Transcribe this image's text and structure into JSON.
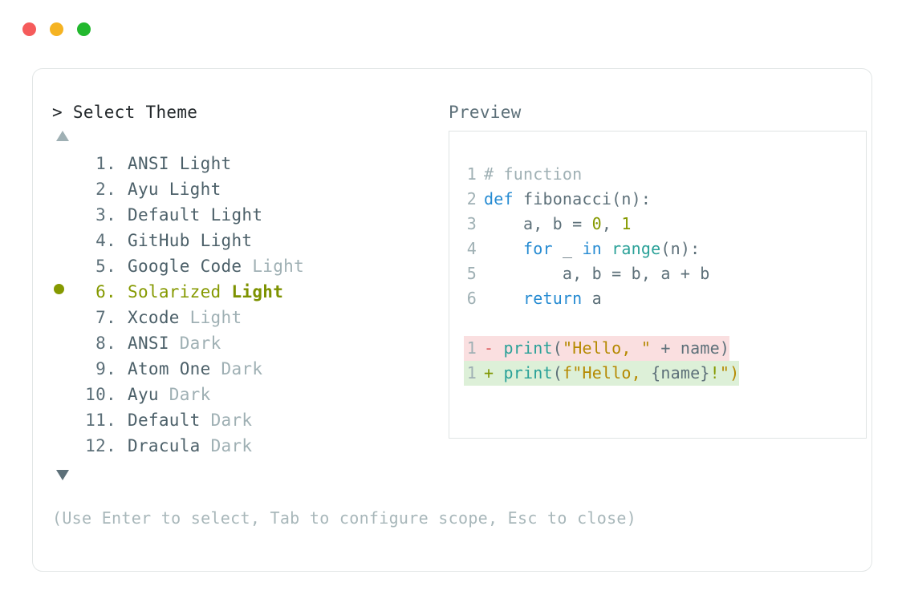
{
  "window": {
    "dots": [
      {
        "name": "close-dot",
        "color": "#f55b5b"
      },
      {
        "name": "minimize-dot",
        "color": "#f5b322"
      },
      {
        "name": "maximize-dot",
        "color": "#22b82e"
      }
    ]
  },
  "selector": {
    "prompt_caret": ">",
    "prompt_label": "Select Theme",
    "scroll_up_icon": "triangle-up",
    "scroll_down_icon": "triangle-down",
    "selected_index": 6,
    "selected_bullet_color": "#859900",
    "items": [
      {
        "index": "1.",
        "name": "ANSI",
        "variant": "Light",
        "variant_dim": false,
        "selected": false
      },
      {
        "index": "2.",
        "name": "Ayu",
        "variant": "Light",
        "variant_dim": false,
        "selected": false
      },
      {
        "index": "3.",
        "name": "Default",
        "variant": "Light",
        "variant_dim": false,
        "selected": false
      },
      {
        "index": "4.",
        "name": "GitHub",
        "variant": "Light",
        "variant_dim": false,
        "selected": false
      },
      {
        "index": "5.",
        "name": "Google Code",
        "variant": "Light",
        "variant_dim": true,
        "selected": false
      },
      {
        "index": "6.",
        "name": "Solarized",
        "variant": "Light",
        "variant_dim": false,
        "selected": true
      },
      {
        "index": "7.",
        "name": "Xcode",
        "variant": "Light",
        "variant_dim": true,
        "selected": false
      },
      {
        "index": "8.",
        "name": "ANSI",
        "variant": "Dark",
        "variant_dim": true,
        "selected": false
      },
      {
        "index": "9.",
        "name": "Atom One",
        "variant": "Dark",
        "variant_dim": true,
        "selected": false
      },
      {
        "index": "10.",
        "name": "Ayu",
        "variant": "Dark",
        "variant_dim": true,
        "selected": false
      },
      {
        "index": "11.",
        "name": "Default",
        "variant": "Dark",
        "variant_dim": true,
        "selected": false
      },
      {
        "index": "12.",
        "name": "Dracula",
        "variant": "Dark",
        "variant_dim": true,
        "selected": false
      }
    ]
  },
  "preview": {
    "title": "Preview",
    "code_lines": [
      {
        "n": "1",
        "tokens": [
          {
            "t": "# function",
            "c": "tok-comment"
          }
        ]
      },
      {
        "n": "2",
        "tokens": [
          {
            "t": "def ",
            "c": "tok-kw"
          },
          {
            "t": "fibonacci(n):",
            "c": "tok-fn"
          }
        ]
      },
      {
        "n": "3",
        "tokens": [
          {
            "t": "    a, b = ",
            "c": "tok-plain"
          },
          {
            "t": "0",
            "c": "tok-num"
          },
          {
            "t": ", ",
            "c": "tok-plain"
          },
          {
            "t": "1",
            "c": "tok-num"
          }
        ]
      },
      {
        "n": "4",
        "tokens": [
          {
            "t": "    ",
            "c": "tok-plain"
          },
          {
            "t": "for",
            "c": "tok-kw"
          },
          {
            "t": " _ ",
            "c": "tok-plain"
          },
          {
            "t": "in",
            "c": "tok-kw"
          },
          {
            "t": " ",
            "c": "tok-plain"
          },
          {
            "t": "range",
            "c": "tok-builtin"
          },
          {
            "t": "(n):",
            "c": "tok-plain"
          }
        ]
      },
      {
        "n": "5",
        "tokens": [
          {
            "t": "        a, b = b, a + b",
            "c": "tok-plain"
          }
        ]
      },
      {
        "n": "6",
        "tokens": [
          {
            "t": "    ",
            "c": "tok-plain"
          },
          {
            "t": "return",
            "c": "tok-kw"
          },
          {
            "t": " a",
            "c": "tok-plain"
          }
        ]
      }
    ],
    "diff_lines": [
      {
        "kind": "del",
        "n": "1",
        "sign": "-",
        "tokens": [
          {
            "t": "print",
            "c": "tok-builtin"
          },
          {
            "t": "(",
            "c": "tok-plain"
          },
          {
            "t": "\"Hello, \"",
            "c": "tok-str"
          },
          {
            "t": " + name)",
            "c": "tok-plain"
          }
        ]
      },
      {
        "kind": "add",
        "n": "1",
        "sign": "+",
        "tokens": [
          {
            "t": "print",
            "c": "tok-builtin"
          },
          {
            "t": "(",
            "c": "tok-plain"
          },
          {
            "t": "f\"Hello, ",
            "c": "tok-str"
          },
          {
            "t": "{name}",
            "c": "tok-plain"
          },
          {
            "t": "!",
            "c": "tok-bang"
          },
          {
            "t": "\")",
            "c": "tok-str"
          }
        ]
      }
    ],
    "diff_colors": {
      "deleted_bg": "#fadfe0",
      "added_bg": "#ddf0d8",
      "minus": "#dc5a5c",
      "plus": "#7e9600"
    }
  },
  "footer": {
    "hint": "(Use Enter to select, Tab to configure scope, Esc to close)"
  }
}
